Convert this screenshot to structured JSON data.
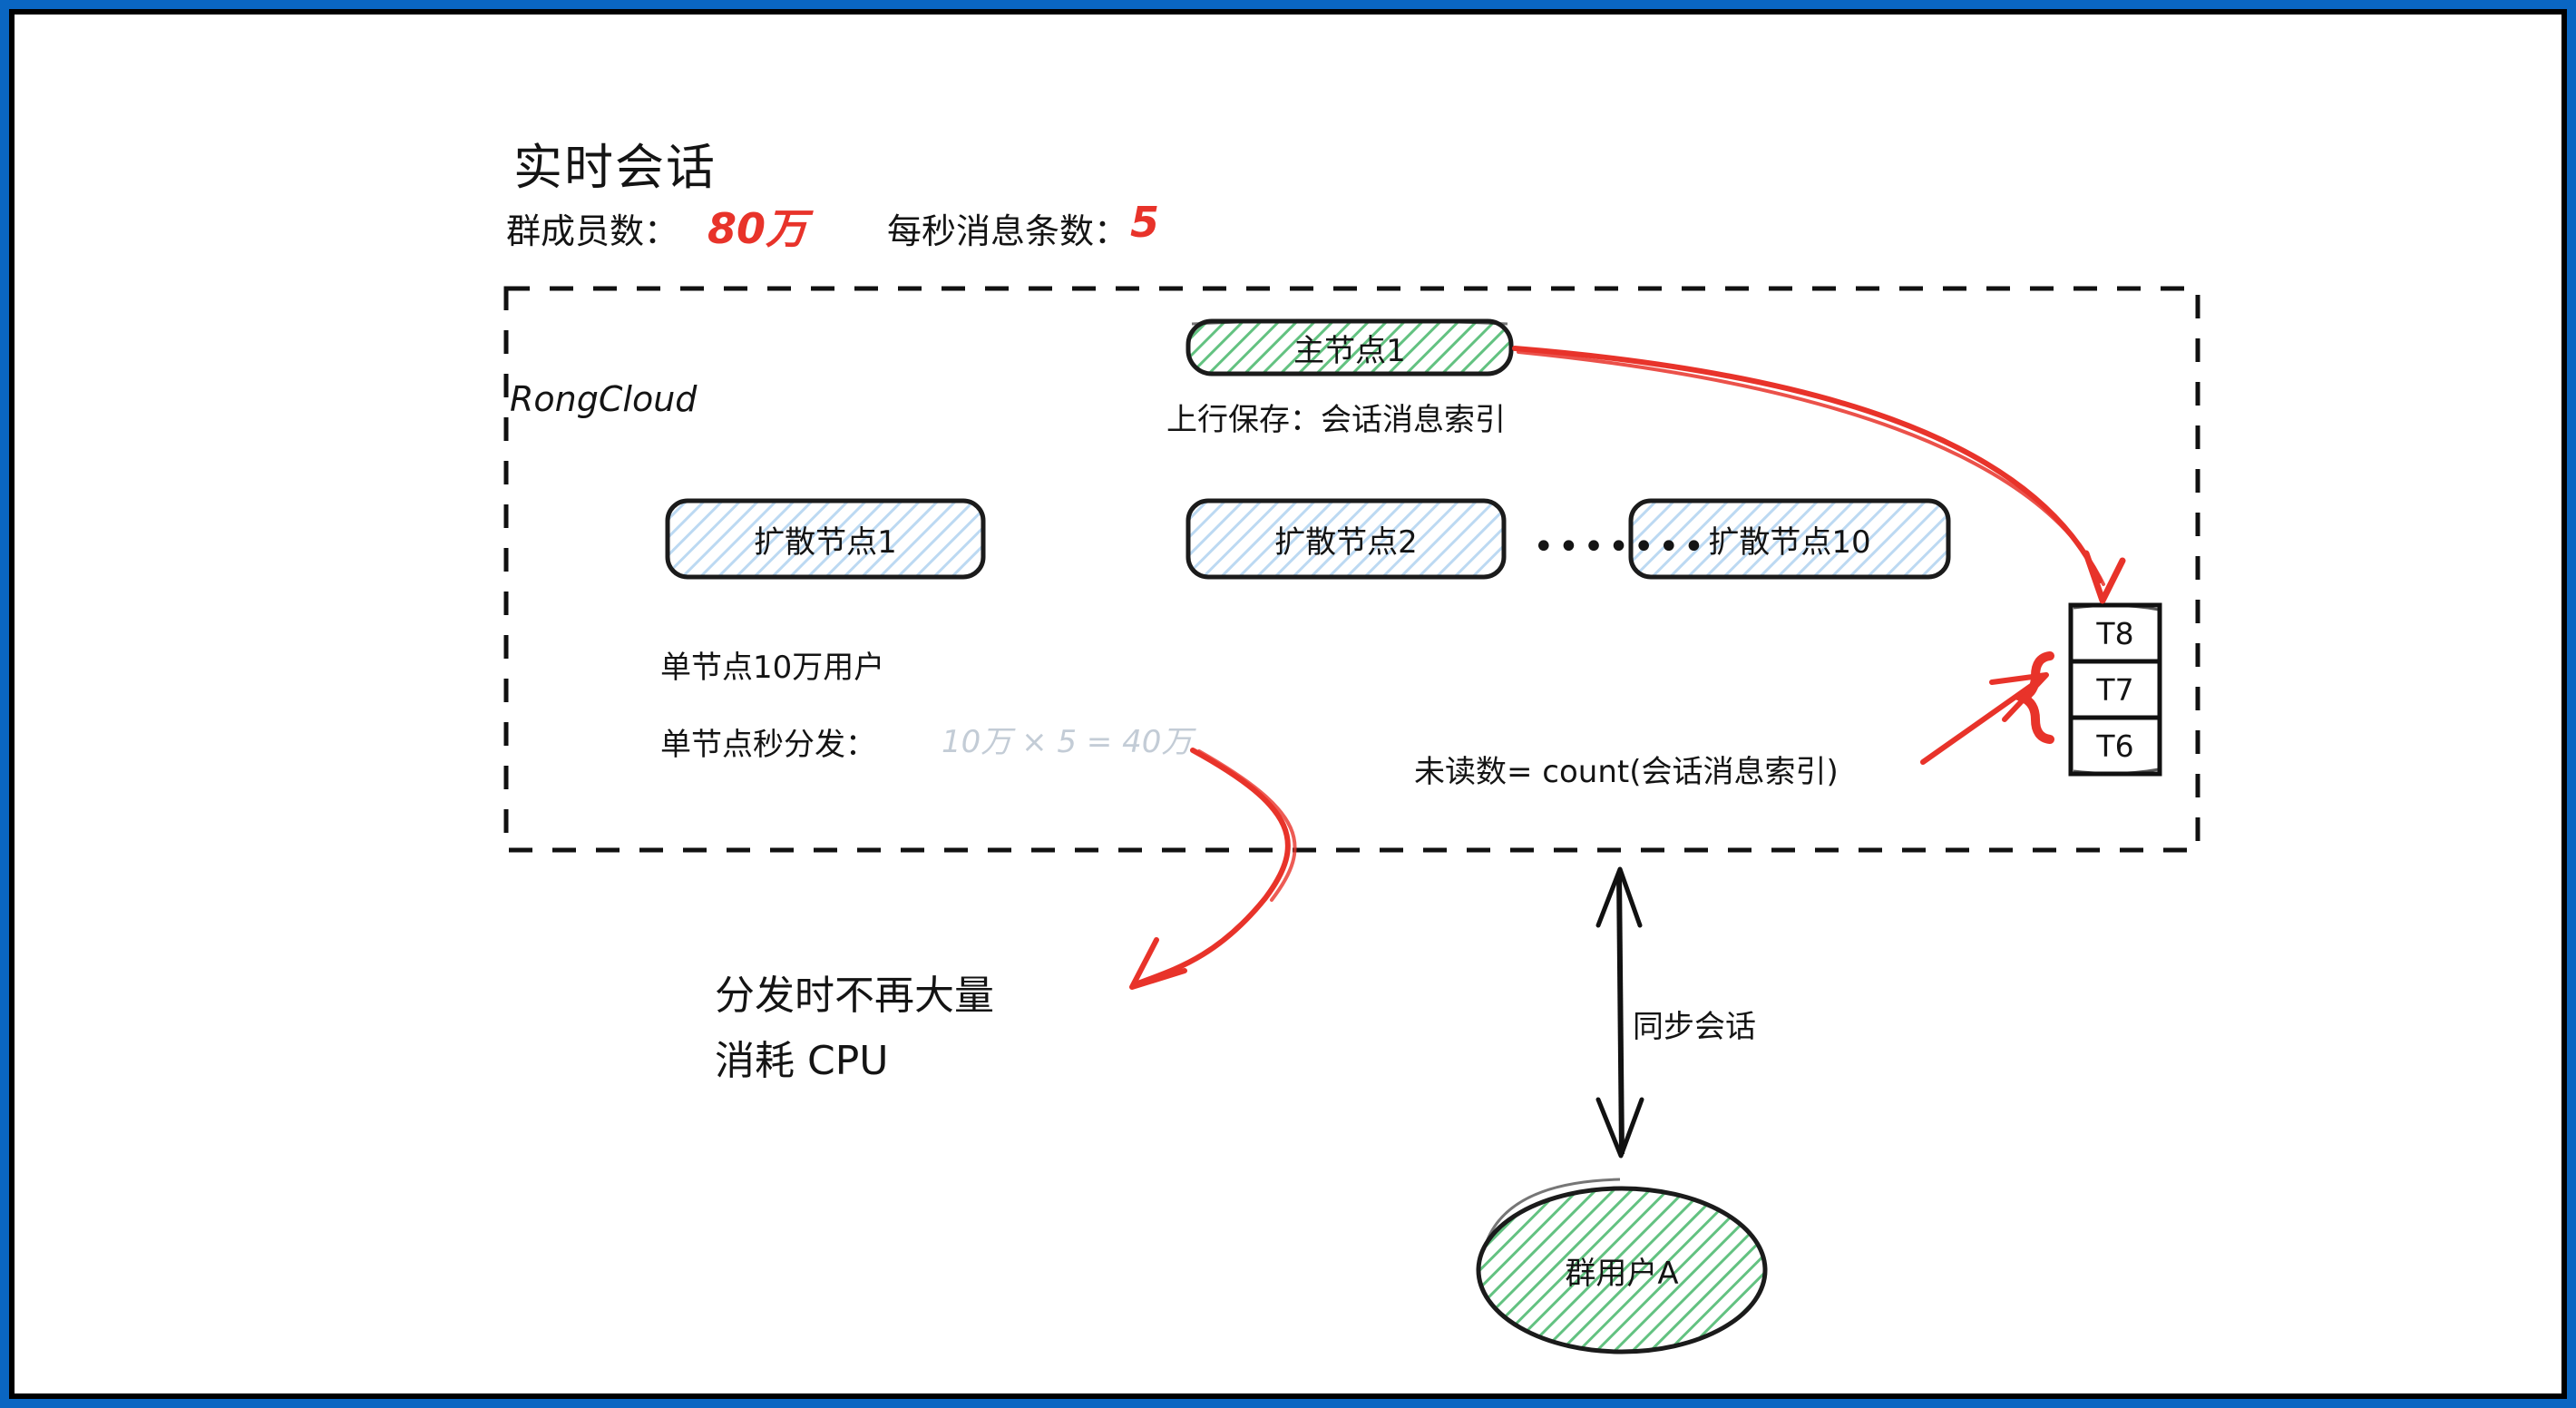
{
  "page": {
    "title": "实时会话",
    "border_color": "#0a66c2",
    "background": "#ffffff"
  },
  "stats": [
    {
      "label": "群成员数：",
      "value": "80万",
      "value_color": "#e8332a"
    },
    {
      "label": "每秒消息条数：",
      "value": "5",
      "value_color": "#e8332a"
    }
  ],
  "boundary": {
    "name": "RongCloud",
    "style": "dashed"
  },
  "master_node": {
    "label": "主节点1",
    "fill": "#5cb85c",
    "caption": "上行保存：会话消息索引"
  },
  "spread_nodes": [
    {
      "label": "扩散节点1",
      "fill": "#9ec5e8"
    },
    {
      "label": "扩散节点2",
      "fill": "#9ec5e8"
    },
    {
      "label": "扩散节点10",
      "fill": "#9ec5e8"
    }
  ],
  "ellipsis": "•••••••",
  "node_notes": {
    "capacity": "单节点10万用户",
    "dispatch_label": "单节点秒分发：",
    "dispatch_formula": "10万 × 5 = 40万",
    "formula_color": "#c3ccd6"
  },
  "timeline_stack": {
    "items": [
      "T8",
      "T7",
      "T6"
    ],
    "brace": "{",
    "brace_color": "#e8332a"
  },
  "unread_note": "未读数= count(会话消息索引)",
  "cpu_note": {
    "line1": "分发时不再大量",
    "line2": "消耗 CPU"
  },
  "sync": {
    "label": "同步会话",
    "user": "群用户A",
    "user_fill": "#5cb85c"
  },
  "arrow_color": "#e8332a"
}
